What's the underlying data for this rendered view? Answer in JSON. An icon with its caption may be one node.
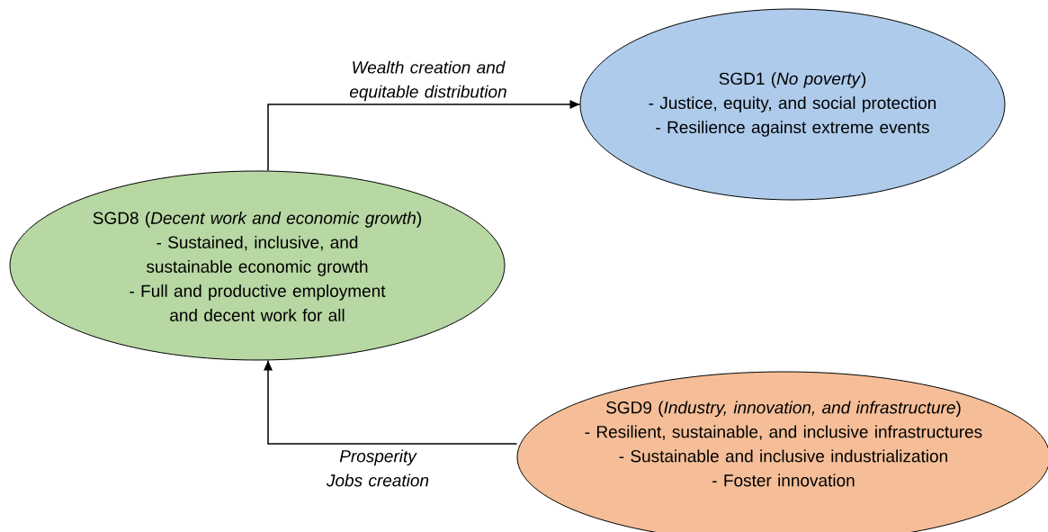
{
  "diagram": {
    "nodes": [
      {
        "text": [
          "SGD8 (*Decent work and economic growth*)",
          "- Sustained, inclusive, and sustainable economic growth",
          "- Full and productive employment and decent work for all"
        ]
      },
      {
        "text": [
          "SGD1 (*No poverty*)",
          "- Justice, equity, and social protection",
          "- Resilience against extreme events"
        ]
      },
      {
        "text": [
          "SGD9 (*Industry, innovation, and infrastructure*)",
          "- Resilient, sustainable, and inclusive infrastructures",
          "- Sustainable and inclusive industrialization",
          "- Foster innovation"
        ]
      }
    ],
    "edges": [
      {
        "from": 0,
        "to": 1,
        "arrow": "to",
        "label": "Wealth creation and equitable distribution"
      },
      {
        "from": 2,
        "to": 0,
        "arrow": "to",
        "label": "Prosperity Jobs creation"
      }
    ]
  }
}
